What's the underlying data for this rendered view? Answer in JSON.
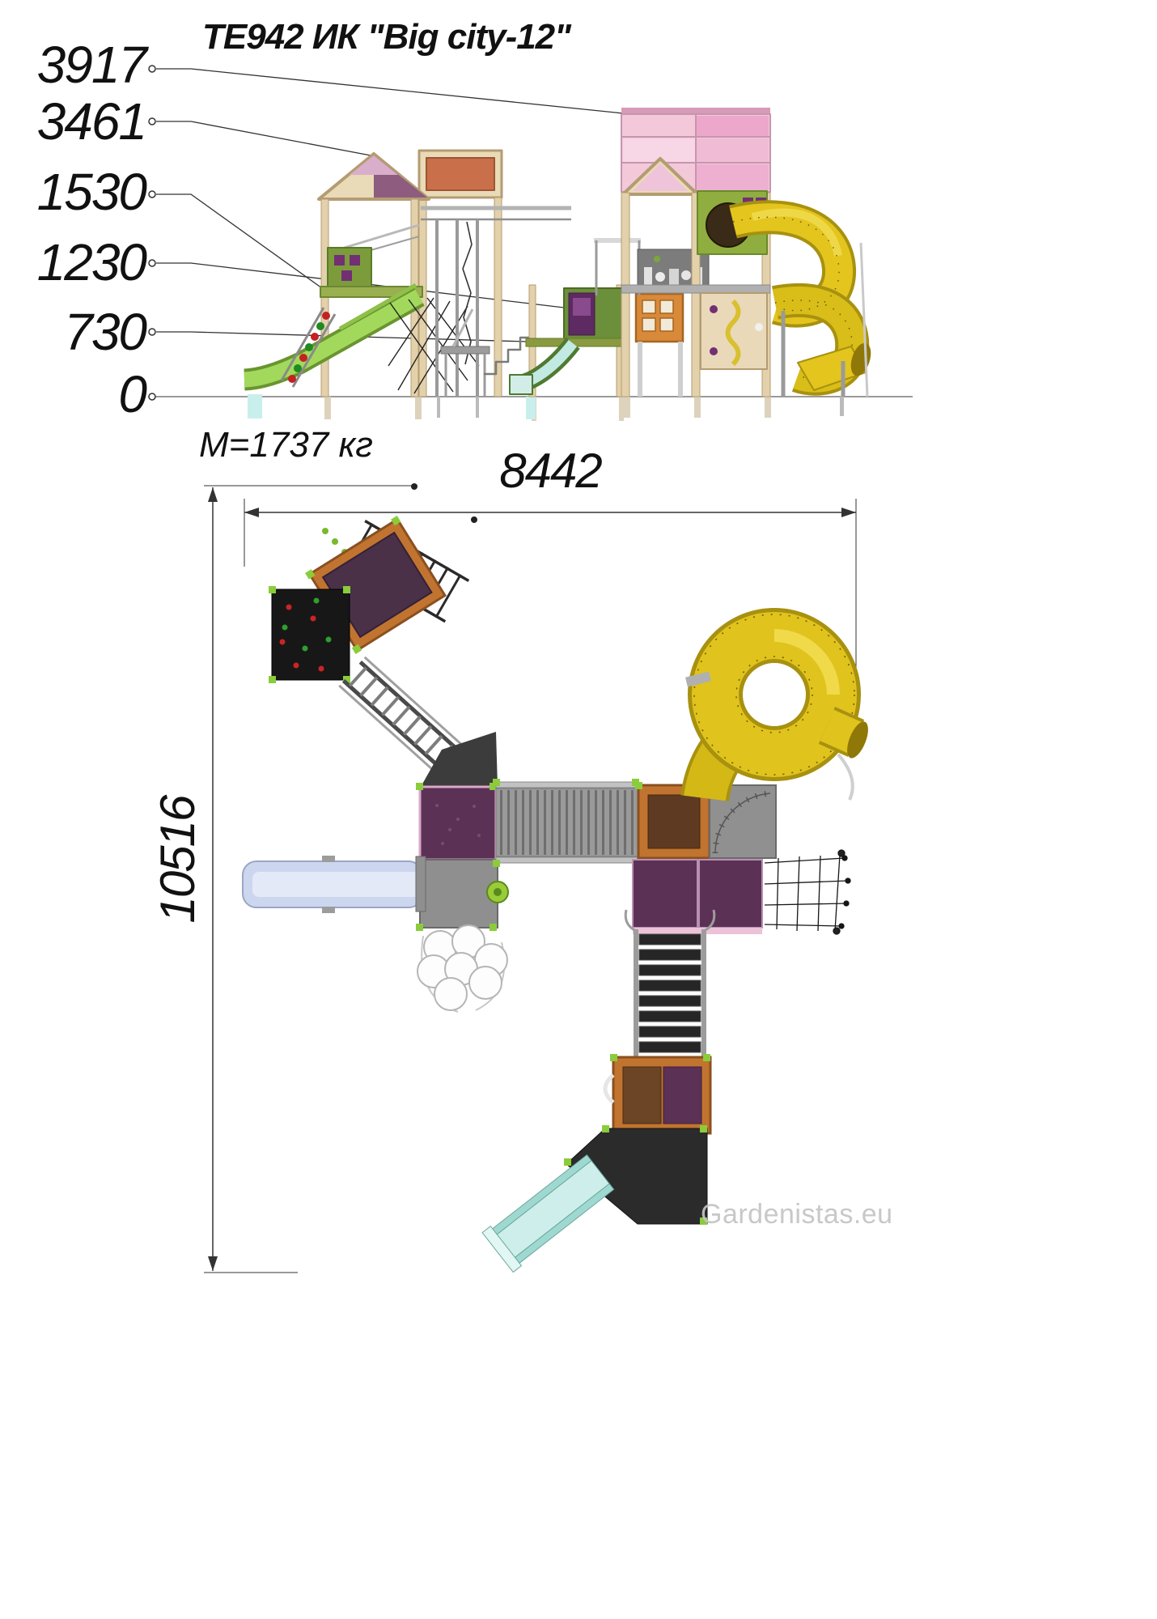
{
  "title": "ТЕ942 ИК \"Big city-12\"",
  "elevation_view": {
    "height_labels": [
      "3917",
      "3461",
      "1530",
      "1230",
      "730",
      "0"
    ],
    "mass_label": "М=1737 кг"
  },
  "plan_view": {
    "width_label": "8442",
    "depth_label": "10516"
  },
  "watermark": "Gardenistas.eu",
  "colors": {
    "slide_green": "#a2d95c",
    "tube_yellow": "#e3c51e",
    "roof_pink": "#f3c9da",
    "panel_green": "#8fae3f",
    "frame_beige": "#e9dab8",
    "platform_orange": "#c1742f",
    "panel_purple": "#5c3156",
    "slide_cyan": "#cdeeea",
    "slide_blue": "#ccd6ee",
    "corner_green": "#8acc3a"
  }
}
